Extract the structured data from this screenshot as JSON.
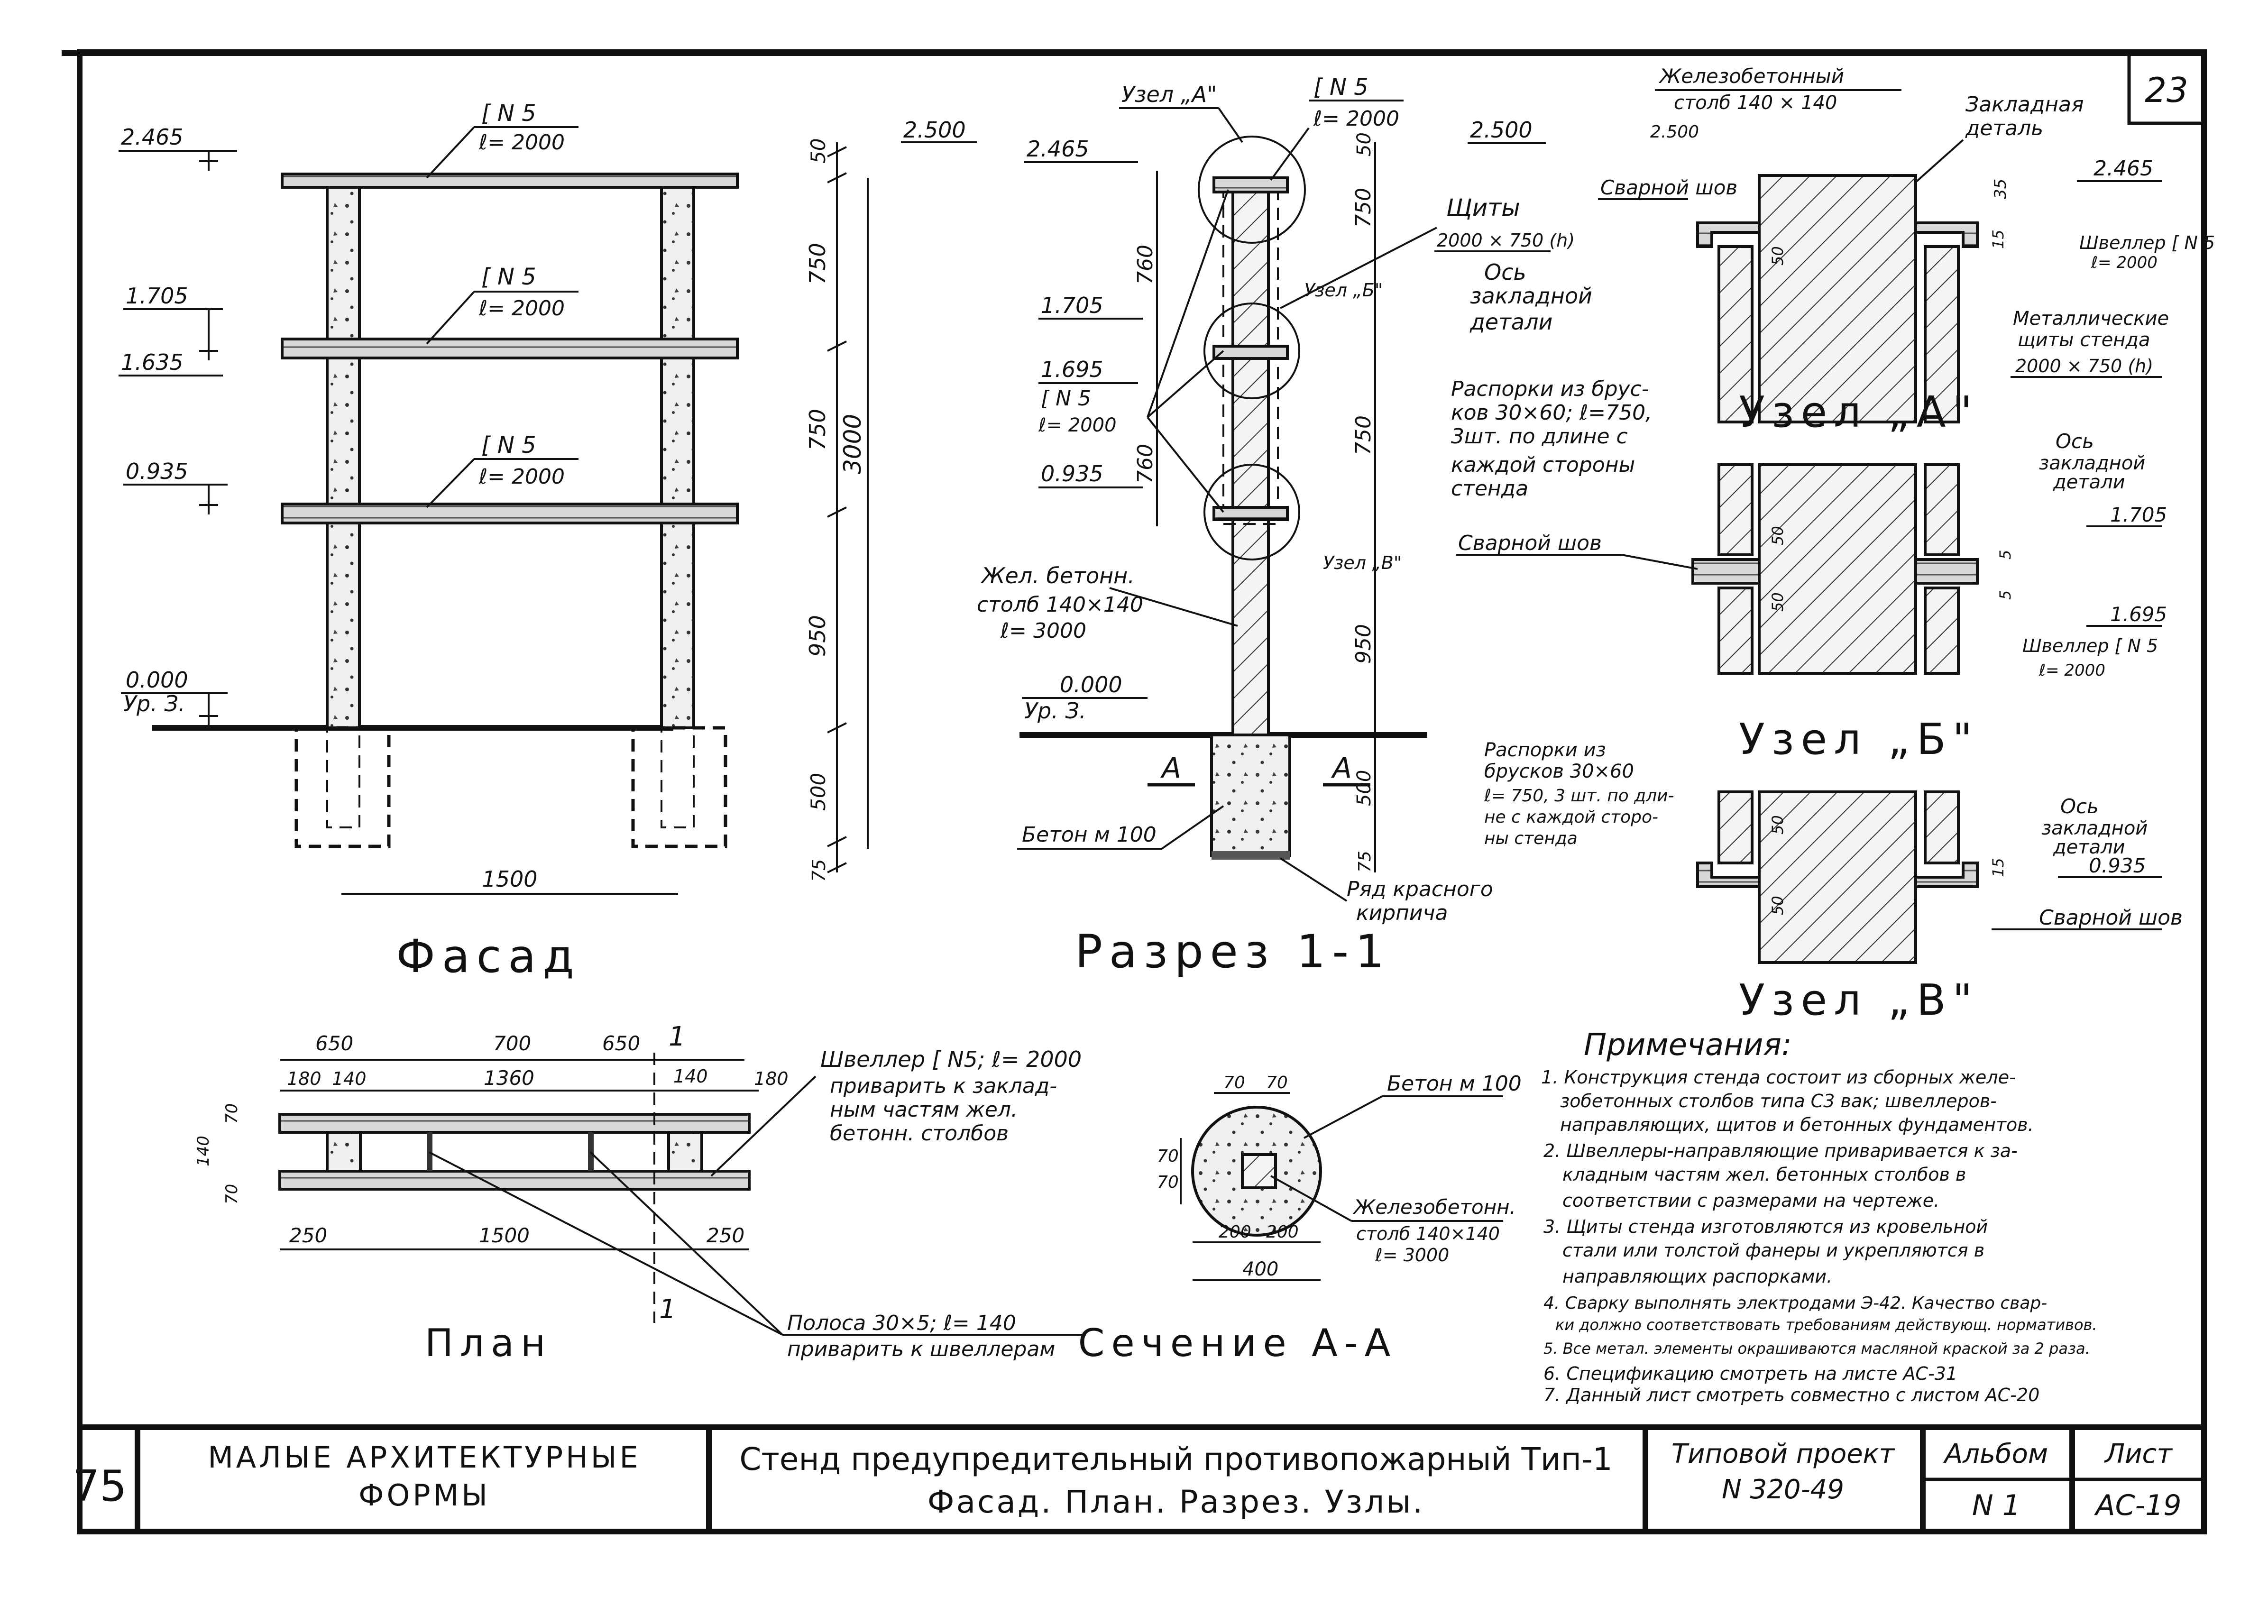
{
  "sheet_number": "23",
  "facade": {
    "title": "Фасад",
    "levels": [
      "2.465",
      "1.705",
      "1.635",
      "0.935",
      "0.000",
      "Ур. З."
    ],
    "level_2500": "2.500",
    "channel_label": "[ N 5",
    "channel_length": "ℓ= 2000",
    "dims_vertical": [
      "50",
      "750",
      "750",
      "950",
      "500",
      "75",
      "3000"
    ],
    "span": "1500"
  },
  "section11": {
    "title": "Разрез 1-1",
    "node_a": "Узел „А\"",
    "node_b": "Узел „Б\"",
    "node_v": "Узел „В\"",
    "levels": [
      "2.465",
      "1.705",
      "1.695",
      "0.935",
      "0.000",
      "Ур. З.",
      "2.500"
    ],
    "channel_label": "[ N 5",
    "channel_length": "ℓ= 2000",
    "dims_left": [
      "760",
      "760"
    ],
    "dims_right": [
      "50",
      "750",
      "750",
      "950",
      "500",
      "75"
    ],
    "shields": "Щиты",
    "shields_size": "2000 × 750 (h)",
    "axis_embedded": [
      "Ось",
      "закладной",
      "детали"
    ],
    "spacers": [
      "Распорки из брус-",
      "ков 30×60; ℓ=750,",
      "3шт. по длине с",
      "каждой стороны",
      "стенда"
    ],
    "post": [
      "Жел. бетонн.",
      "столб 140×140",
      "ℓ= 3000"
    ],
    "concrete": "Бетон м 100",
    "brick": [
      "Ряд красного",
      "кирпича"
    ],
    "cut_mark": "А"
  },
  "nodes": {
    "title_a": "Узел „А\"",
    "title_b": "Узел „Б\"",
    "title_v": "Узел „В\"",
    "rc_post": [
      "Железобетонный",
      "столб 140 × 140"
    ],
    "embedded": [
      "Закладная",
      "деталь"
    ],
    "lvl_2500": "2.500",
    "lvl_2465": "2.465",
    "weld_seam": "Сварной шов",
    "channel": [
      "Швеллер [ N 5",
      "ℓ= 2000"
    ],
    "metal_shields": [
      "Металлические",
      "щиты стенда",
      "2000 × 750 (h)"
    ],
    "axis": [
      "Ось",
      "закладной",
      "детали"
    ],
    "lvl_1705": "1.705",
    "lvl_1695": "1.695",
    "lvl_0935": "0.935",
    "spacers2": [
      "Распорки из",
      "брусков 30×60",
      "ℓ= 750, 3 шт. по дли-",
      "не с каждой сторо-",
      "ны стенда"
    ],
    "dims": [
      "35",
      "50",
      "15",
      "5",
      "5",
      "50",
      "50",
      "15",
      "50",
      "50"
    ]
  },
  "plan": {
    "title": "План",
    "dims_top1": [
      "650",
      "700",
      "650"
    ],
    "dims_top2": [
      "180",
      "140",
      "1360",
      "140",
      "180"
    ],
    "dims_left": [
      "70",
      "140",
      "70"
    ],
    "dims_bottom": [
      "250",
      "1500",
      "250"
    ],
    "channel_note": [
      "Швеллер [ N5; ℓ= 2000",
      "приварить к заклад-",
      "ным частям жел.",
      "бетонн. столбов"
    ],
    "strip_note": [
      "Полоса 30×5; ℓ= 140",
      "приварить к швеллерам"
    ],
    "section_mark": "1"
  },
  "section_aa": {
    "title": "Сечение А-А",
    "concrete": "Бетон м 100",
    "post": [
      "Железобетонн.",
      "столб 140×140",
      "ℓ= 3000"
    ],
    "dims_top": [
      "70",
      "70"
    ],
    "dims_left": [
      "70",
      "70"
    ],
    "dims_bottom": [
      "200",
      "200"
    ],
    "total": "400"
  },
  "notes": {
    "heading": "Примечания:",
    "lines": [
      "1. Конструкция стенда состоит из сборных желе-",
      "зобетонных столбов типа С3 вак; швеллеров-",
      "направляющих, щитов и бетонных фундаментов.",
      "2. Швеллеры-направляющие приваривается к за-",
      "кладным частям жел. бетонных столбов в",
      "соответствии с размерами на чертеже.",
      "3. Щиты стенда изготовляются из кровельной",
      "стали или толстой фанеры и укрепляются в",
      "направляющих распорками.",
      "4. Сварку выполнять электродами Э-42. Качество свар-",
      "ки должно соответствовать требованиям действующ. нормативов.",
      "5. Все метал. элементы окрашиваются масляной краской за 2 раза.",
      "6. Спецификацию смотреть на листе АС-31",
      "7. Данный лист смотреть совместно с листом АС-20"
    ]
  },
  "title_block": {
    "page_left": "75",
    "category": [
      "МАЛЫЕ АРХИТЕКТУРНЫЕ",
      "ФОРМЫ"
    ],
    "main_title": [
      "Стенд предупредительный противопожарный Тип-1",
      "Фасад. План. Разрез. Узлы."
    ],
    "project_label": "Типовой проект",
    "project_number": "N 320-49",
    "album_label": "Альбом",
    "album_number": "N 1",
    "sheet_label": "Лист",
    "sheet_code": "АС-19"
  }
}
